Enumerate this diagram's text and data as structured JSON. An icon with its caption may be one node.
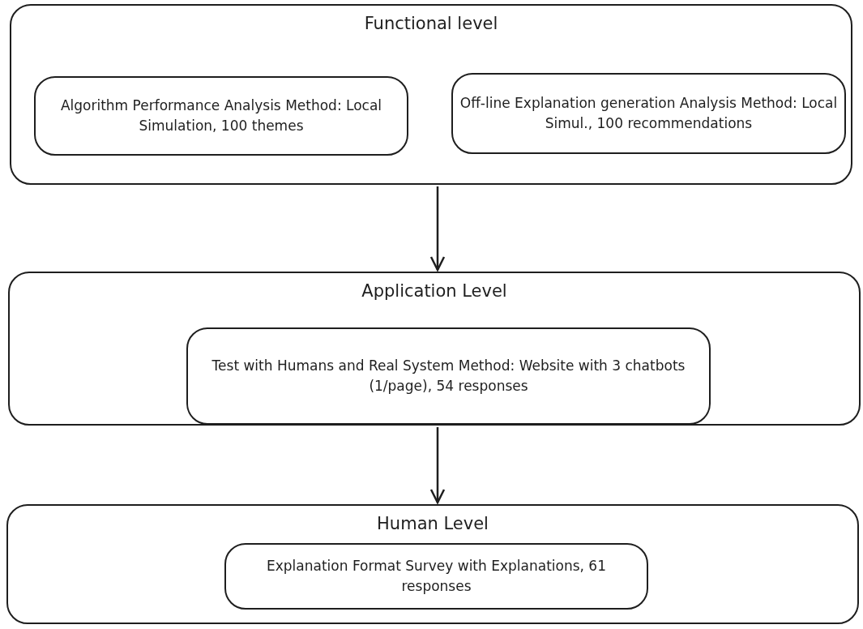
{
  "diagram": {
    "nodes": [
      {
        "text": [
          "Functional level"
        ]
      },
      {
        "text": [
          "Algorithm Performance Analysis Method: Local Simulation, 100 themes"
        ],
        "in": 0
      },
      {
        "text": [
          "Off-line Explanation generation Analysis Method: Local Simul., 100 recommendations"
        ],
        "in": 0
      },
      {
        "text": [
          "Application Level"
        ]
      },
      {
        "text": [
          "Test with Humans and Real System Method: Website with 3 chatbots (1/page), 54 responses"
        ],
        "in": 3
      },
      {
        "text": [
          "Human Level"
        ]
      },
      {
        "text": [
          "Explanation Format Survey with Explanations, 61 responses"
        ],
        "in": 5
      }
    ],
    "edges": [
      {
        "from": 0,
        "to": 3,
        "arrow": "to"
      },
      {
        "from": 3,
        "to": 5,
        "arrow": "to"
      }
    ]
  }
}
